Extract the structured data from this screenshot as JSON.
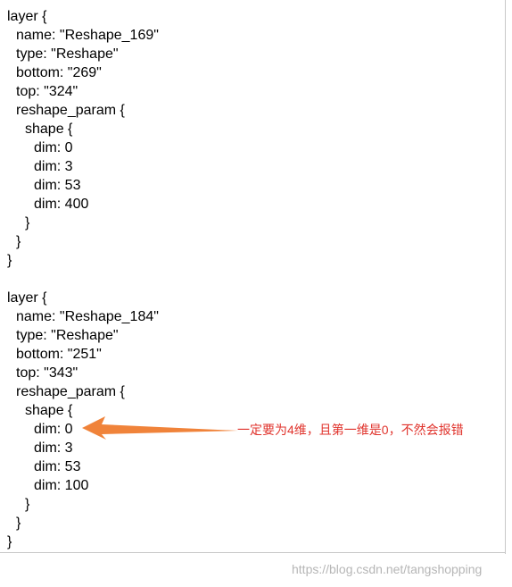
{
  "block1": {
    "lines": [
      "layer {",
      "name: \"Reshape_169\"",
      "type: \"Reshape\"",
      "bottom: \"269\"",
      "top: \"324\"",
      "reshape_param {",
      "shape {",
      "dim: 0",
      "dim: 3",
      "dim: 53",
      "dim: 400",
      "}",
      "}",
      "}"
    ]
  },
  "block2": {
    "lines": [
      "layer {",
      "name: \"Reshape_184\"",
      "type: \"Reshape\"",
      "bottom: \"251\"",
      "top: \"343\"",
      "reshape_param {",
      "shape {",
      "dim: 0",
      "dim: 3",
      "dim: 53",
      "dim: 100",
      "}",
      "}",
      "}"
    ]
  },
  "annotation": {
    "text": "一定要为4维，且第一维是0，不然会报错",
    "color": "#e0332c",
    "arrow_color": "#f0833a"
  },
  "watermark": "https://blog.csdn.net/tangshopping"
}
